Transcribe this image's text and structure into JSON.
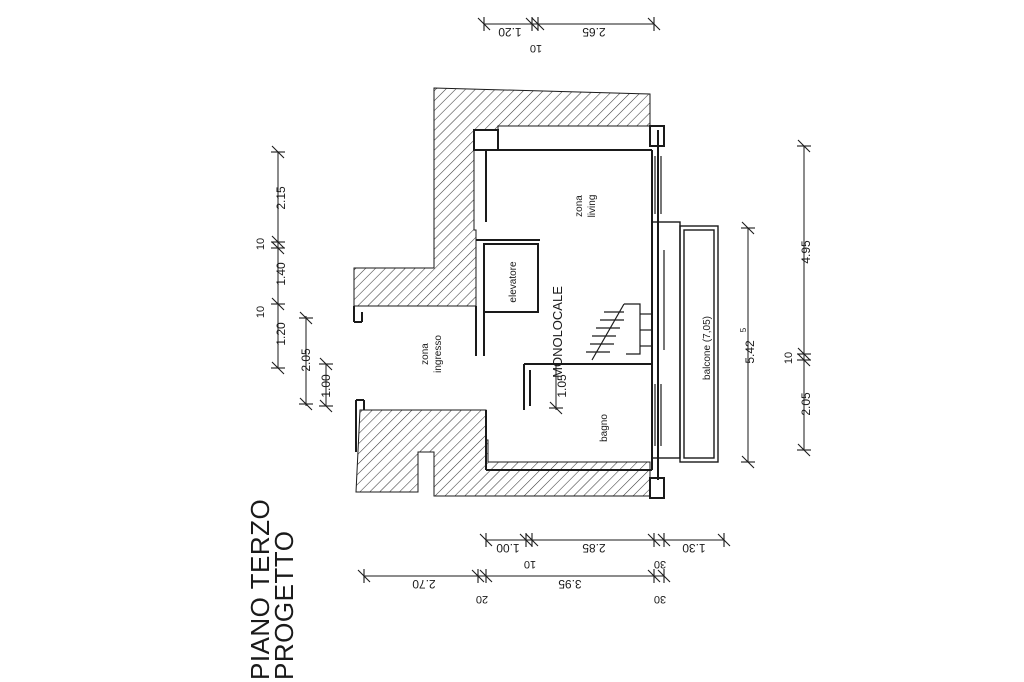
{
  "title": {
    "line1": "PIANO TERZO",
    "line2": "PROGETTO"
  },
  "rooms": {
    "monolocale": "MONOLOCALE",
    "living": [
      "zona",
      "living"
    ],
    "ingresso": [
      "zona",
      "ingresso"
    ],
    "elevatore": "elevatore",
    "bagno": "bagno",
    "balcone": "balcone (7,05)"
  },
  "dims": {
    "top": {
      "d1": "1.20",
      "d2": "2.65",
      "d3": "10"
    },
    "left_outer": {
      "d1": "2.15",
      "d2": "1.40",
      "d3": "10"
    },
    "left_inner": {
      "d1": "1.20",
      "d2": "2.05",
      "d3": "1.00",
      "d4": "10"
    },
    "bath": "1.05",
    "balcony": "5.42",
    "balcony_sup": "5",
    "right": {
      "d1": "4.95",
      "d2": "2.05",
      "d3": "10"
    },
    "bottom1": {
      "d1": "1.00",
      "d2": "2.85",
      "d3": "1.30",
      "d4": "10",
      "d5": "30"
    },
    "bottom2": {
      "d1": "2.70",
      "d2": "3.95",
      "d3": "20",
      "d4": "30"
    }
  },
  "colors": {
    "ink": "#1a1a1a",
    "hatch": "#3a3a3a",
    "paper": "#ffffff"
  }
}
